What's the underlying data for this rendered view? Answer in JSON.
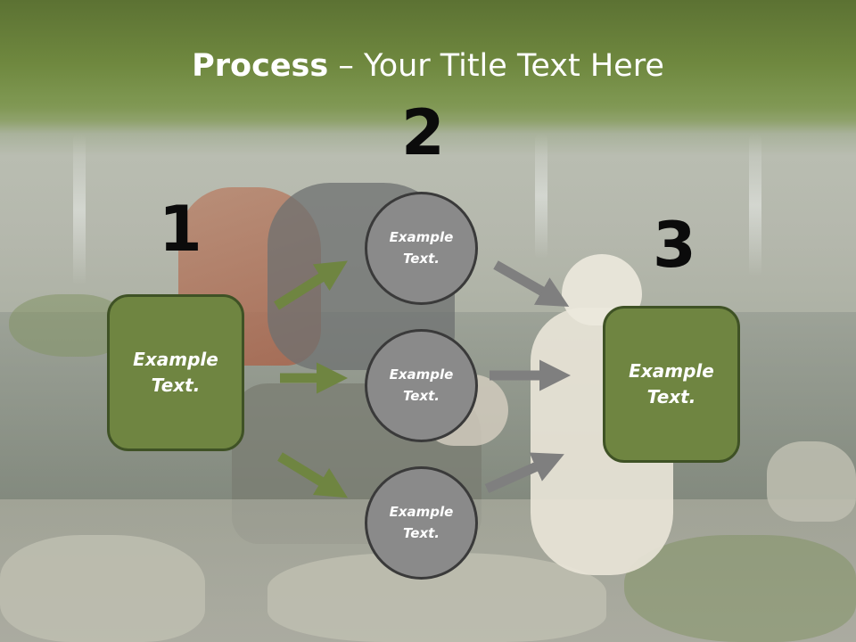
{
  "slide": {
    "title_bold": "Process",
    "title_rest": " – Your Title Text Here"
  },
  "diagram": {
    "step_numbers": [
      "1",
      "2",
      "3"
    ],
    "left_box": {
      "text": "Example Text."
    },
    "middle_circles": [
      {
        "text": "Example Text."
      },
      {
        "text": "Example Text."
      },
      {
        "text": "Example Text."
      }
    ],
    "right_box": {
      "text": "Example Text."
    },
    "colors": {
      "green_box_fill": "#6f8541",
      "green_box_border": "#3f5225",
      "green_arrow": "#6f8541",
      "circle_fill": "#8a8a8a",
      "circle_border": "#3a3a3a",
      "grey_arrow": "#7f7f7f",
      "header_band": "#6f883f"
    }
  }
}
